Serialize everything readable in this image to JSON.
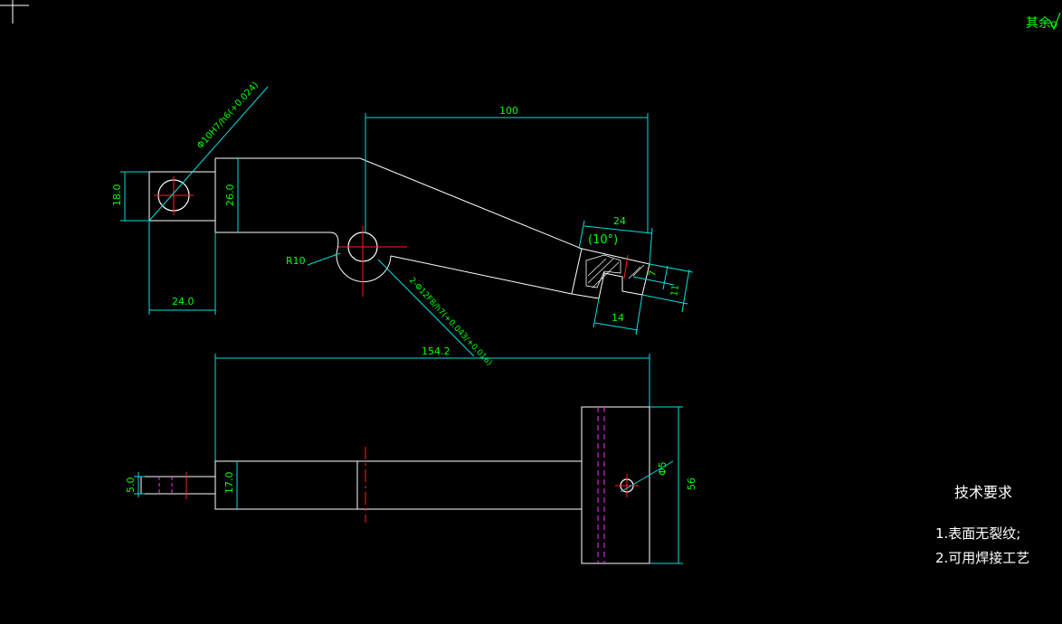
{
  "colors": {
    "background": "#000000",
    "geometry": "#ffffff",
    "dimension": "#00e0e0",
    "dimension_text": "#00ff00",
    "centerline": "#ff2020",
    "hidden": "#ff30ff",
    "note_text": "#ffffff",
    "crosshair": "#ffffff"
  },
  "annotations": {
    "surface_note": "其余",
    "dim_top_100": "100",
    "dim_154_2": "154.2",
    "dim_18_0": "18.0",
    "dim_26_0": "26.0",
    "dim_24_0": "24.0",
    "dim_r10": "R10",
    "dim_hole_left": "Φ10H7/h6(+0.024)",
    "dim_hole_pivot": "2-Φ12F8/h7(+0.043/+0.016)",
    "dim_24_right": "24",
    "dim_angle": "(10°)",
    "dim_7": "7",
    "dim_11": "11",
    "dim_14": "14",
    "dim_5_0": "5.0",
    "dim_17_0": "17.0",
    "dim_phi5": "Φ5",
    "dim_56": "56"
  },
  "notes": {
    "title": "技术要求",
    "line1": "1.表面无裂纹;",
    "line2": "2.可用焊接工艺"
  }
}
